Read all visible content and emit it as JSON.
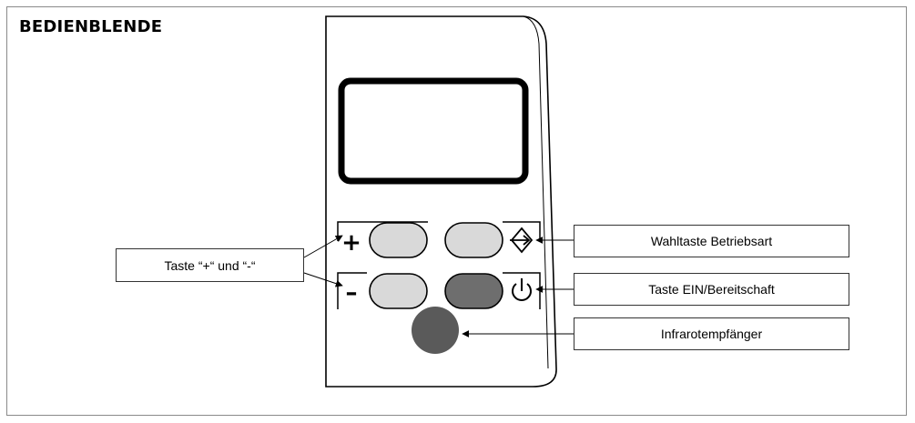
{
  "title": "BEDIENBLENDE",
  "callouts": {
    "plus_minus": "Taste “+“ und “-“",
    "mode_select": "Wahltaste Betriebsart",
    "power": "Taste EIN/Bereitschaft",
    "infrared": "Infrarotempfänger"
  },
  "symbols": {
    "plus": "+",
    "minus": "–"
  },
  "colors": {
    "button_light": "#d9d9d9",
    "button_dark": "#6e6e6e",
    "ir_sensor": "#5a5a5a",
    "outline": "#000000"
  }
}
